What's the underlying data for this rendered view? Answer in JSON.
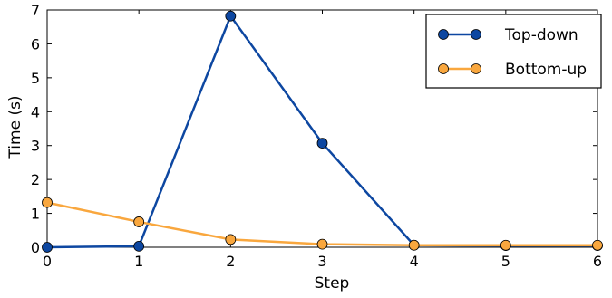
{
  "chart_data": {
    "type": "line",
    "xlabel": "Step",
    "ylabel": "Time (s)",
    "xlim": [
      0,
      6
    ],
    "ylim": [
      0,
      7
    ],
    "xticks": [
      "0",
      "1",
      "2",
      "3",
      "4",
      "5",
      "6"
    ],
    "yticks": [
      "0",
      "1",
      "2",
      "3",
      "4",
      "5",
      "6",
      "7"
    ],
    "x": [
      0,
      1,
      2,
      3,
      4,
      5,
      6
    ],
    "grid": false,
    "legend_position": "top-right",
    "series": [
      {
        "name": "Top-down",
        "color": "#0d47a1",
        "values": [
          0.0,
          0.03,
          6.82,
          3.07,
          0.06,
          0.05,
          0.05
        ]
      },
      {
        "name": "Bottom-up",
        "color": "#f9a73e",
        "values": [
          1.32,
          0.75,
          0.23,
          0.09,
          0.06,
          0.06,
          0.06
        ]
      }
    ]
  }
}
